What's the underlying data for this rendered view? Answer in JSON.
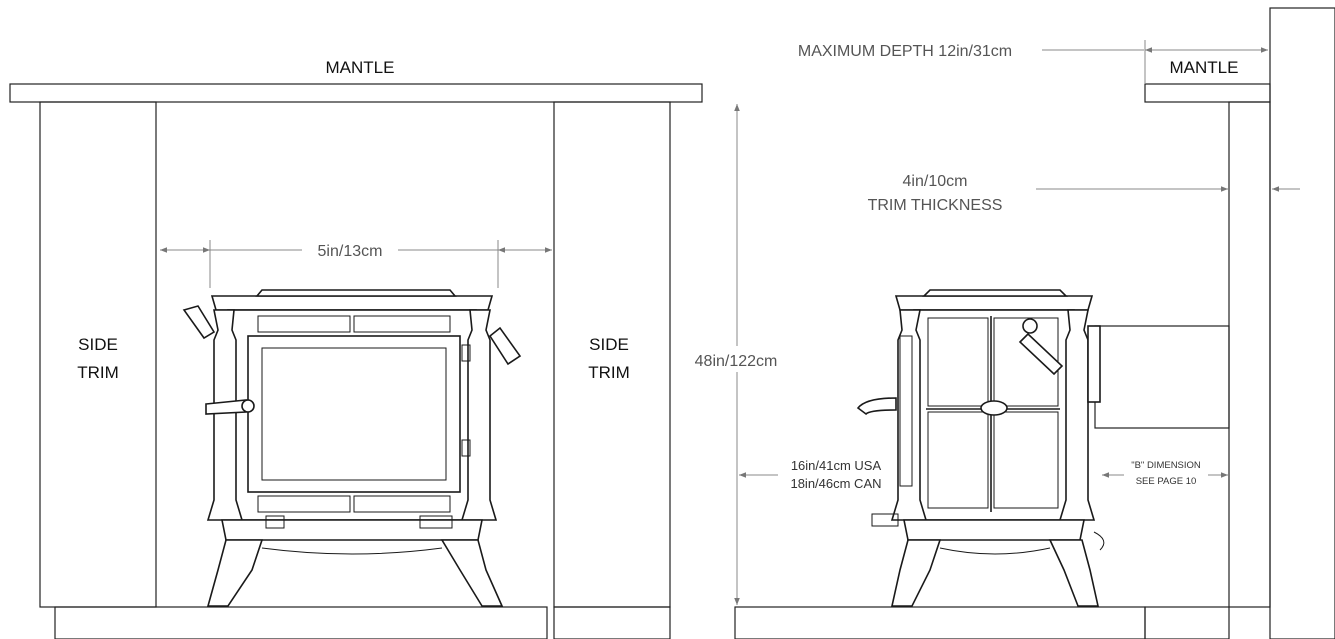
{
  "front_view": {
    "mantle_label": "MANTLE",
    "side_trim_left": [
      "SIDE",
      "TRIM"
    ],
    "side_trim_right": [
      "SIDE",
      "TRIM"
    ],
    "clearance_label": "5in/13cm"
  },
  "side_view": {
    "max_depth_label": "MAXIMUM DEPTH 12in/31cm",
    "mantle_label": "MANTLE",
    "trim_thickness": [
      "4in/10cm",
      "TRIM THICKNESS"
    ],
    "height_label": "48in/122cm",
    "floor_clearance": [
      "16in/41cm USA",
      "18in/46cm CAN"
    ],
    "b_dimension": [
      "\"B\" DIMENSION",
      "SEE PAGE 10"
    ]
  }
}
